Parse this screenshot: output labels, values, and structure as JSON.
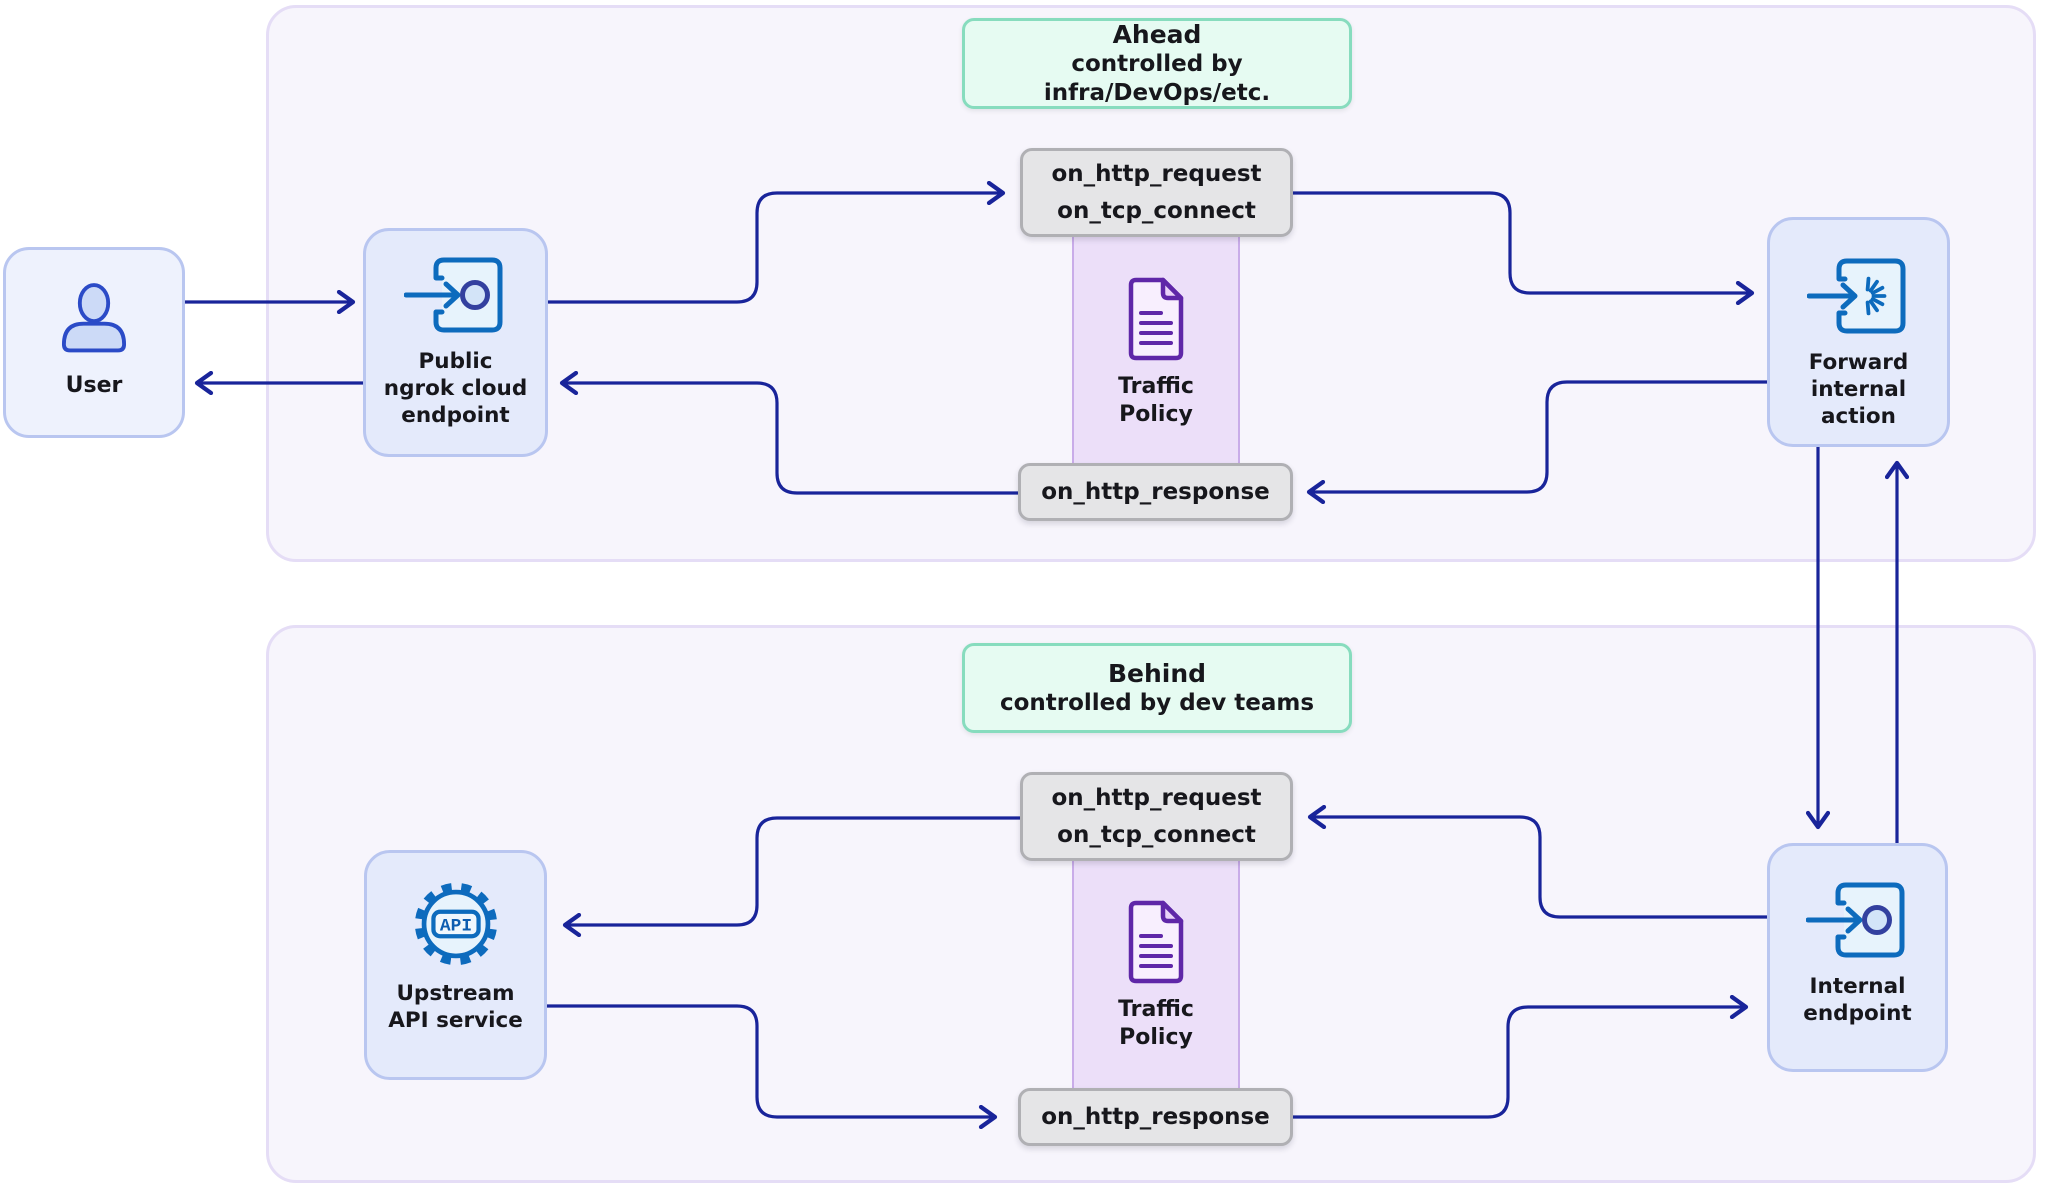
{
  "panels": {
    "ahead": {
      "title": "Ahead",
      "subtitle": "controlled by infra/DevOps/etc."
    },
    "behind": {
      "title": "Behind",
      "subtitle": "controlled by dev teams"
    }
  },
  "nodes": {
    "user": {
      "label": "User"
    },
    "public_endpoint": {
      "lines": [
        "Public",
        "ngrok cloud",
        "endpoint"
      ]
    },
    "forward_action": {
      "lines": [
        "Forward",
        "internal",
        "action"
      ]
    },
    "upstream_api": {
      "lines": [
        "Upstream",
        "API service"
      ]
    },
    "internal_endpoint": {
      "lines": [
        "Internal",
        "endpoint"
      ]
    }
  },
  "hooks": {
    "request_line1": "on_http_request",
    "request_line2": "on_tcp_connect",
    "response": "on_http_response"
  },
  "traffic_policy": {
    "line1": "Traffic",
    "line2": "Policy"
  },
  "api_badge": "API",
  "colors": {
    "arrow": "#19249a",
    "text": "#17171c",
    "panel-fill": "#f7f5fc",
    "panel-border": "#e5ddf6",
    "node-fill": "#e4eafb",
    "node-border": "#b9c6f0",
    "user-fill": "#eef2fd",
    "hook-fill": "#e5e5e7",
    "hook-border": "#b0b0b4",
    "mint-fill": "#e6fbf2",
    "mint-border": "#87dcbe",
    "band-fill": "#ecdff9",
    "band-border": "#c9ace9",
    "doc-stroke": "#5f27a8",
    "doc-fill": "#f8effe",
    "doc-fold": "#ead3f9",
    "icon-stroke": "#0d6bbd",
    "icon-fill": "#e7f3fc",
    "icon-circle-stroke": "#33409f",
    "icon-circle-fill": "#d3e4f8",
    "user-icon-stroke": "#2b4bc7",
    "user-icon-fill": "#ccdaf7",
    "api-text": "#0d5cb0"
  }
}
